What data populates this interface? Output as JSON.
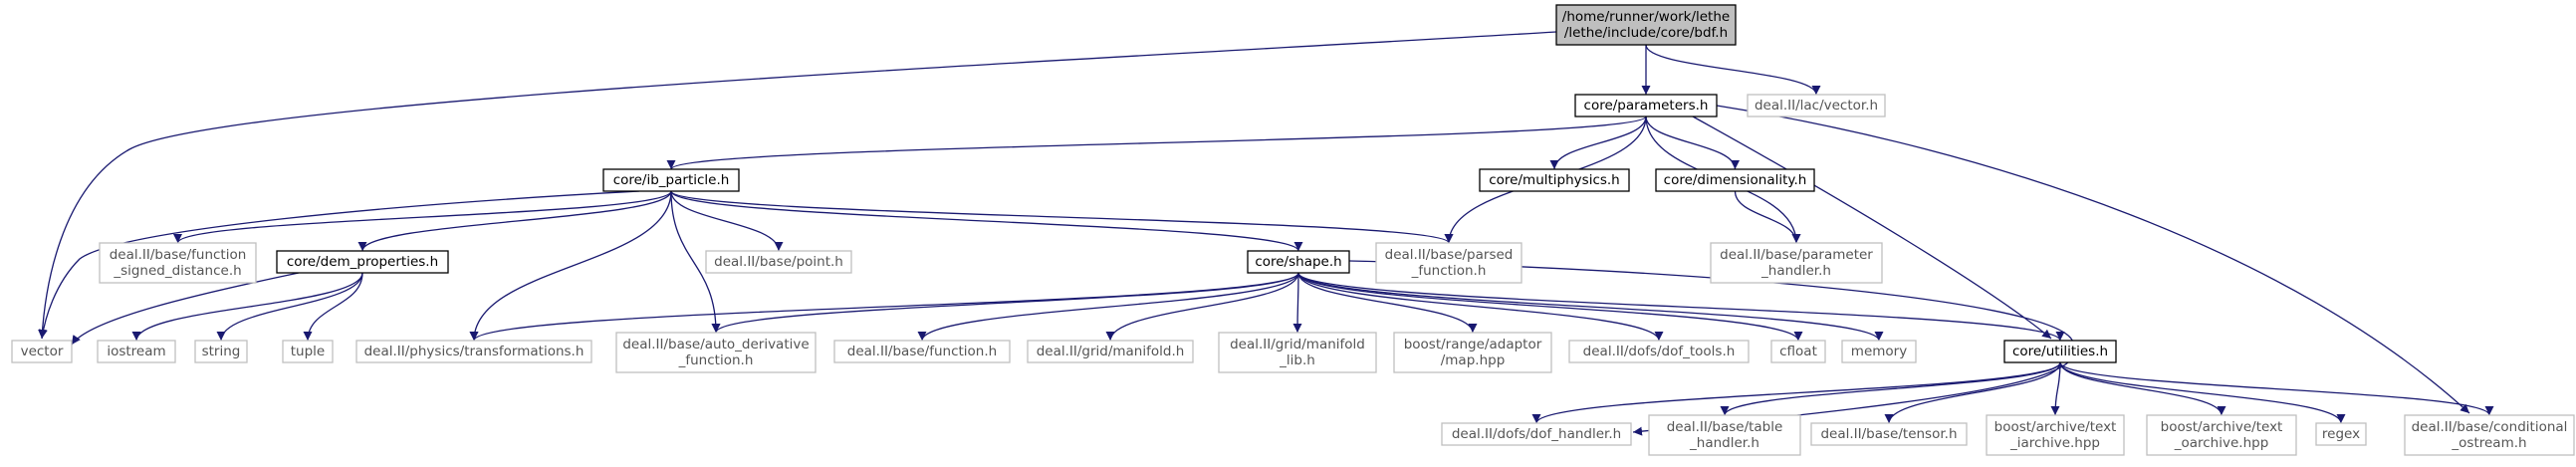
{
  "colors": {
    "edge": "#191970",
    "root_fill": "#bfbfbf",
    "root_stroke": "#000000",
    "local_fill": "#ffffff",
    "local_stroke": "#000000",
    "external_fill": "#ffffff",
    "external_stroke": "#bfbfbf"
  },
  "nodes": [
    {
      "id": "root",
      "kind": "root",
      "lines": [
        "/home/runner/work/lethe",
        "/lethe/include/core/bdf.h"
      ]
    },
    {
      "id": "parameters",
      "kind": "local",
      "lines": [
        "core/parameters.h"
      ]
    },
    {
      "id": "lac_vector",
      "kind": "external",
      "lines": [
        "deal.II/lac/vector.h"
      ]
    },
    {
      "id": "ib_particle",
      "kind": "local",
      "lines": [
        "core/ib_particle.h"
      ]
    },
    {
      "id": "multiphysics",
      "kind": "local",
      "lines": [
        "core/multiphysics.h"
      ]
    },
    {
      "id": "dimensionality",
      "kind": "local",
      "lines": [
        "core/dimensionality.h"
      ]
    },
    {
      "id": "func_sd",
      "kind": "external",
      "lines": [
        "deal.II/base/function",
        "_signed_distance.h"
      ]
    },
    {
      "id": "dem_properties",
      "kind": "local",
      "lines": [
        "core/dem_properties.h"
      ]
    },
    {
      "id": "point",
      "kind": "external",
      "lines": [
        "deal.II/base/point.h"
      ]
    },
    {
      "id": "shape",
      "kind": "local",
      "lines": [
        "core/shape.h"
      ]
    },
    {
      "id": "parsed_function",
      "kind": "external",
      "lines": [
        "deal.II/base/parsed",
        "_function.h"
      ]
    },
    {
      "id": "param_handler",
      "kind": "external",
      "lines": [
        "deal.II/base/parameter",
        "_handler.h"
      ]
    },
    {
      "id": "vector",
      "kind": "external",
      "lines": [
        "vector"
      ]
    },
    {
      "id": "iostream",
      "kind": "external",
      "lines": [
        "iostream"
      ]
    },
    {
      "id": "string",
      "kind": "external",
      "lines": [
        "string"
      ]
    },
    {
      "id": "tuple",
      "kind": "external",
      "lines": [
        "tuple"
      ]
    },
    {
      "id": "transformations",
      "kind": "external",
      "lines": [
        "deal.II/physics/transformations.h"
      ]
    },
    {
      "id": "auto_deriv",
      "kind": "external",
      "lines": [
        "deal.II/base/auto_derivative",
        "_function.h"
      ]
    },
    {
      "id": "function",
      "kind": "external",
      "lines": [
        "deal.II/base/function.h"
      ]
    },
    {
      "id": "manifold",
      "kind": "external",
      "lines": [
        "deal.II/grid/manifold.h"
      ]
    },
    {
      "id": "manifold_lib",
      "kind": "external",
      "lines": [
        "deal.II/grid/manifold",
        "_lib.h"
      ]
    },
    {
      "id": "boost_map",
      "kind": "external",
      "lines": [
        "boost/range/adaptor",
        "/map.hpp"
      ]
    },
    {
      "id": "dof_tools",
      "kind": "external",
      "lines": [
        "deal.II/dofs/dof_tools.h"
      ]
    },
    {
      "id": "cfloat",
      "kind": "external",
      "lines": [
        "cfloat"
      ]
    },
    {
      "id": "memory",
      "kind": "external",
      "lines": [
        "memory"
      ]
    },
    {
      "id": "utilities",
      "kind": "local",
      "lines": [
        "core/utilities.h"
      ]
    },
    {
      "id": "dof_handler",
      "kind": "external",
      "lines": [
        "deal.II/dofs/dof_handler.h"
      ]
    },
    {
      "id": "table_handler",
      "kind": "external",
      "lines": [
        "deal.II/base/table",
        "_handler.h"
      ]
    },
    {
      "id": "tensor",
      "kind": "external",
      "lines": [
        "deal.II/base/tensor.h"
      ]
    },
    {
      "id": "text_iarchive",
      "kind": "external",
      "lines": [
        "boost/archive/text",
        "_iarchive.hpp"
      ]
    },
    {
      "id": "text_oarchive",
      "kind": "external",
      "lines": [
        "boost/archive/text",
        "_oarchive.hpp"
      ]
    },
    {
      "id": "regex",
      "kind": "external",
      "lines": [
        "regex"
      ]
    },
    {
      "id": "cond_ostream",
      "kind": "external",
      "lines": [
        "deal.II/base/conditional",
        "_ostream.h"
      ]
    }
  ],
  "edges": [
    [
      "root",
      "parameters"
    ],
    [
      "root",
      "lac_vector"
    ],
    [
      "root",
      "vector"
    ],
    [
      "parameters",
      "ib_particle"
    ],
    [
      "parameters",
      "multiphysics"
    ],
    [
      "parameters",
      "dimensionality"
    ],
    [
      "parameters",
      "parsed_function"
    ],
    [
      "parameters",
      "param_handler"
    ],
    [
      "parameters",
      "utilities"
    ],
    [
      "parameters",
      "cond_ostream"
    ],
    [
      "dimensionality",
      "param_handler"
    ],
    [
      "ib_particle",
      "vector"
    ],
    [
      "ib_particle",
      "func_sd"
    ],
    [
      "ib_particle",
      "dem_properties"
    ],
    [
      "ib_particle",
      "point"
    ],
    [
      "ib_particle",
      "shape"
    ],
    [
      "ib_particle",
      "parsed_function"
    ],
    [
      "ib_particle",
      "transformations"
    ],
    [
      "ib_particle",
      "auto_deriv"
    ],
    [
      "dem_properties",
      "vector"
    ],
    [
      "dem_properties",
      "iostream"
    ],
    [
      "dem_properties",
      "string"
    ],
    [
      "dem_properties",
      "tuple"
    ],
    [
      "shape",
      "transformations"
    ],
    [
      "shape",
      "auto_deriv"
    ],
    [
      "shape",
      "function"
    ],
    [
      "shape",
      "manifold"
    ],
    [
      "shape",
      "manifold_lib"
    ],
    [
      "shape",
      "boost_map"
    ],
    [
      "shape",
      "dof_tools"
    ],
    [
      "shape",
      "cfloat"
    ],
    [
      "shape",
      "memory"
    ],
    [
      "shape",
      "utilities"
    ],
    [
      "shape",
      "dof_handler"
    ],
    [
      "utilities",
      "dof_handler"
    ],
    [
      "utilities",
      "table_handler"
    ],
    [
      "utilities",
      "tensor"
    ],
    [
      "utilities",
      "text_iarchive"
    ],
    [
      "utilities",
      "text_oarchive"
    ],
    [
      "utilities",
      "regex"
    ],
    [
      "utilities",
      "cond_ostream"
    ]
  ]
}
